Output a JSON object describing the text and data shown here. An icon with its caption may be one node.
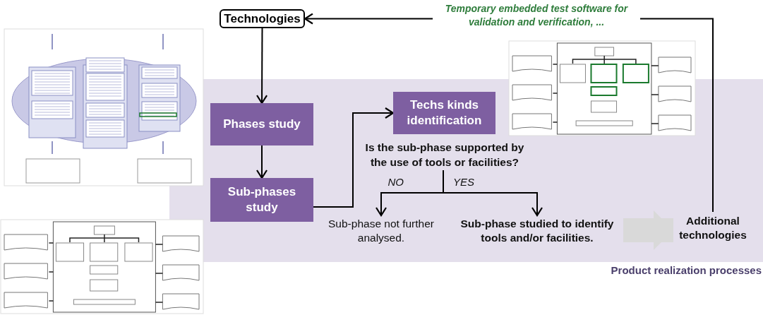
{
  "diagram": {
    "nodes": [
      {
        "text": [
          "Technologies"
        ]
      },
      {
        "text": [
          "Product realization processes"
        ]
      },
      {
        "text": [
          "Phases study"
        ],
        "in": 1
      },
      {
        "text": [
          "Techs kinds identification"
        ],
        "in": 1
      },
      {
        "text": [
          "Sub-phases study"
        ],
        "in": 1
      },
      {
        "text": [
          "Is the sub-phase supported by the use of tools or facilities?"
        ],
        "in": 1
      },
      {
        "text": [
          "Sub-phase not further analysed."
        ],
        "in": 1
      },
      {
        "text": [
          "Sub-phase studied to identify tools and/or facilities."
        ],
        "in": 1
      },
      {
        "text": [
          "Additional technologies"
        ],
        "in": 1
      },
      {
        "text": [],
        "shape": "picture"
      },
      {
        "text": [],
        "shape": "picture"
      },
      {
        "text": [],
        "shape": "picture"
      }
    ],
    "edges": [
      {
        "from": 0,
        "to": 2,
        "arrow": "to"
      },
      {
        "from": 2,
        "to": 4,
        "arrow": "to"
      },
      {
        "from": 4,
        "to": 3,
        "arrow": "to"
      },
      {
        "from": 5,
        "to": 6,
        "arrow": "to",
        "label": "NO"
      },
      {
        "from": 5,
        "to": 7,
        "arrow": "to",
        "label": "YES"
      },
      {
        "from": 7,
        "to": 8,
        "arrow": "to",
        "style": "thick",
        "color": "#d9d9d9"
      },
      {
        "from": 8,
        "to": 0,
        "arrow": "to",
        "label": "Temporary embedded test software for validation and verification, ..."
      }
    ]
  }
}
